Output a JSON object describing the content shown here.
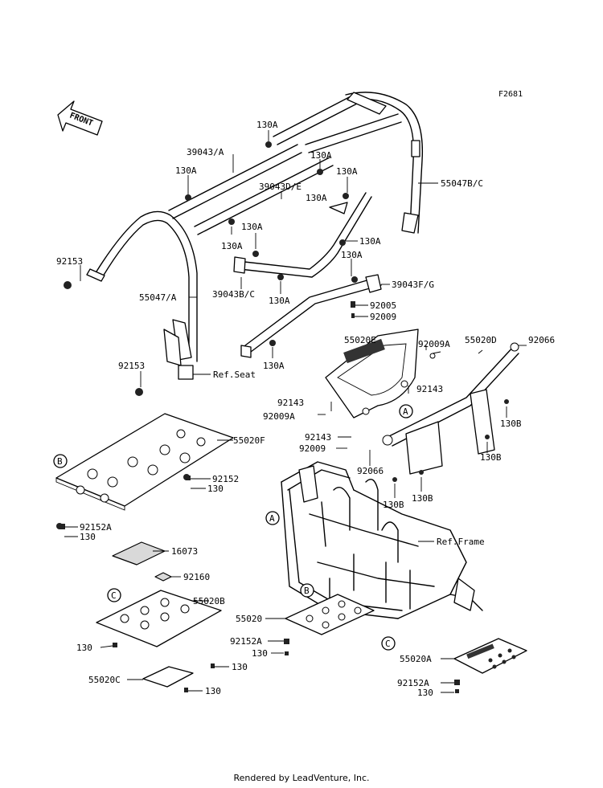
{
  "figure_code": "F2681",
  "front_label": "FRONT",
  "footer": "Rendered by LeadVenture, Inc.",
  "labels": {
    "l130a_1": "130A",
    "l39043a": "39043/A",
    "l130a_2": "130A",
    "l130a_3": "130A",
    "l130a_4": "130A",
    "l39043de": "39043D/E",
    "l55047bc": "55047B/C",
    "l130a_5": "130A",
    "l130a_6": "130A",
    "l130a_7": "130A",
    "l92153_1": "92153",
    "l39043bc": "39043B/C",
    "l130a_8": "130A",
    "l39043fg": "39043F/G",
    "l55047a": "55047/A",
    "l92005": "92005",
    "l92009_1": "92009",
    "l130a_9": "130A",
    "l55020e": "55020E",
    "l92009a_1": "92009A",
    "l92066_1": "92066",
    "l55020d": "55020D",
    "l92153_2": "92153",
    "ref_seat": "Ref.Seat",
    "l92143_1": "92143",
    "l92143_2": "92143",
    "l92009a_2": "92009A",
    "l130b_1": "130B",
    "l92143_3": "92143",
    "l92009_2": "92009",
    "l130b_2": "130B",
    "l55020f": "55020F",
    "l92066_2": "92066",
    "l92152": "92152",
    "l130_1": "130",
    "l130b_3": "130B",
    "l130b_4": "130B",
    "l92152a_1": "92152A",
    "l130_2": "130",
    "ref_frame": "Ref.Frame",
    "l16073": "16073",
    "l92160": "92160",
    "l55020b": "55020B",
    "l55020": "55020",
    "l92152a_2": "92152A",
    "l130_3": "130",
    "l130_4": "130",
    "l130_5": "130",
    "l55020a": "55020A",
    "l55020c": "55020C",
    "l130_6": "130",
    "l92152a_3": "92152A",
    "l130_7": "130"
  },
  "callouts": {
    "a1": "A",
    "a2": "A",
    "b1": "B",
    "b2": "B",
    "c1": "C",
    "c2": "C"
  }
}
